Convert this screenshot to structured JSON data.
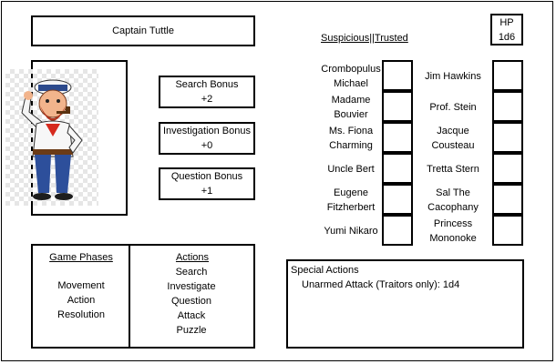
{
  "character": {
    "name": "Captain Tuttle",
    "portrait_icon": "sailor-portrait"
  },
  "bonuses": [
    {
      "label": "Search Bonus",
      "value": "+2"
    },
    {
      "label": "Investigation Bonus",
      "value": "+0"
    },
    {
      "label": "Question Bonus",
      "value": "+1"
    }
  ],
  "suspicion": {
    "label": "Suspicious|",
    "label2": "|Trusted"
  },
  "hp": {
    "label": "HP",
    "value": "1d6"
  },
  "traits": {
    "left": [
      {
        "line1": "Crombopulus",
        "line2": "Michael"
      },
      {
        "line1": "Madame",
        "line2": "Bouvier"
      },
      {
        "line1": "Ms. Fiona",
        "line2": "Charming"
      },
      {
        "line1": "Uncle Bert",
        "line2": ""
      },
      {
        "line1": "Eugene",
        "line2": "Fitzherbert"
      },
      {
        "line1": "Yumi Nikaro",
        "line2": ""
      }
    ],
    "right": [
      {
        "line1": "Jim Hawkins",
        "line2": ""
      },
      {
        "line1": "Prof. Stein",
        "line2": ""
      },
      {
        "line1": "Jacque",
        "line2": "Cousteau"
      },
      {
        "line1": "Tretta Stern",
        "line2": ""
      },
      {
        "line1": "Sal The",
        "line2": "Cacophany"
      },
      {
        "line1": "Princess",
        "line2": "Mononoke"
      }
    ]
  },
  "phases": {
    "title": "Game Phases",
    "items": [
      "Movement",
      "Action",
      "Resolution"
    ]
  },
  "actions": {
    "title": "Actions",
    "items": [
      "Search",
      "Investigate",
      "Question",
      "Attack",
      "Puzzle"
    ]
  },
  "special": {
    "title": "Special Actions",
    "text": "Unarmed Attack (Traitors only): 1d4"
  }
}
